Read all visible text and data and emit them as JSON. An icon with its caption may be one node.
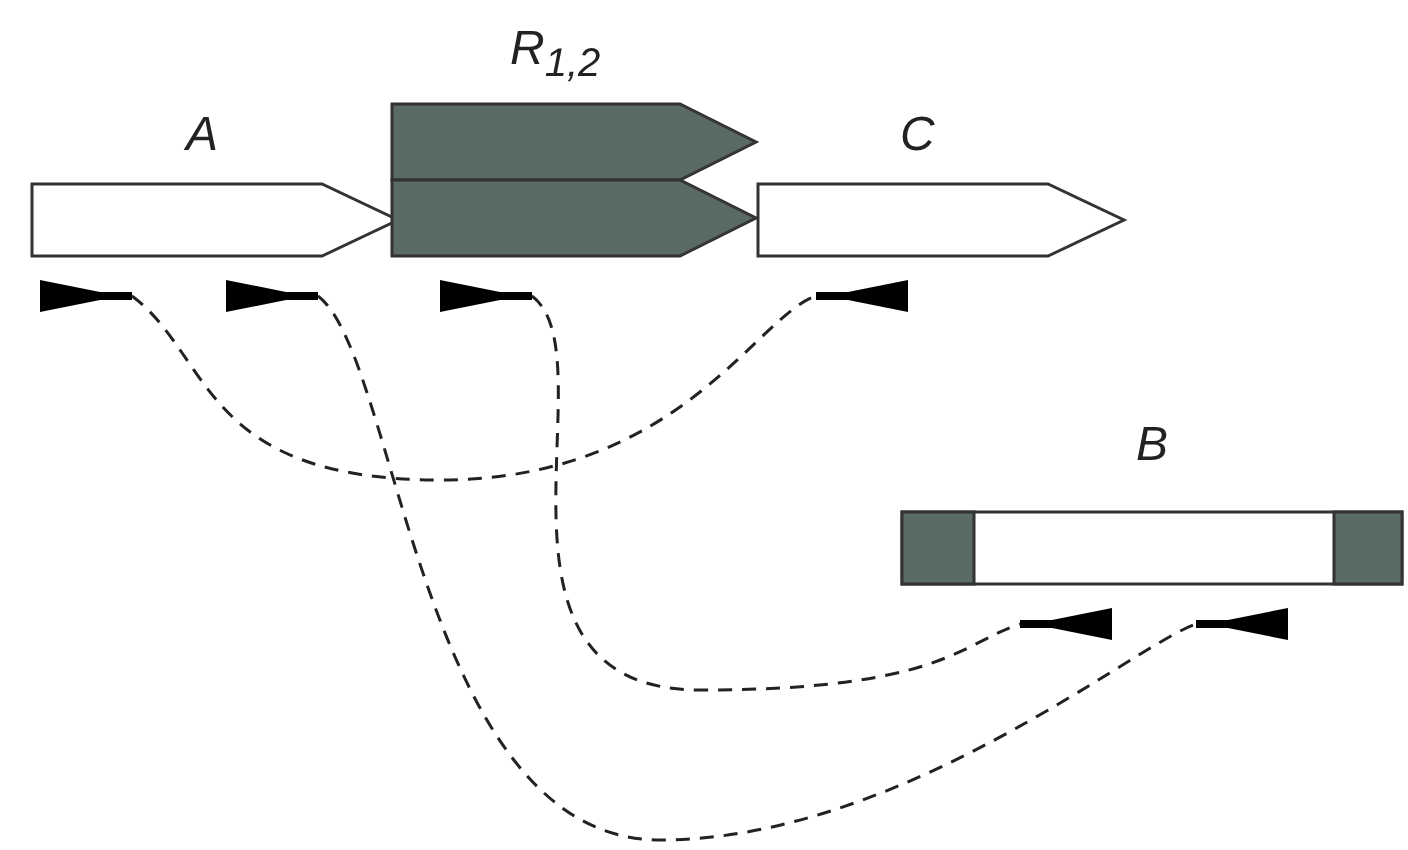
{
  "diagram": {
    "nodes": [
      {
        "text": [
          "A"
        ]
      },
      {
        "text": [
          "R$_{1,2}$"
        ]
      },
      {
        "text": [
          "C"
        ]
      },
      {
        "text": [
          "B"
        ]
      },
      {
        "text": [],
        "shape": "triangle"
      },
      {
        "text": [],
        "shape": "triangle"
      },
      {
        "text": [],
        "shape": "triangle"
      },
      {
        "text": [],
        "shape": "triangle"
      },
      {
        "text": [],
        "shape": "triangle"
      },
      {
        "text": [],
        "shape": "triangle"
      }
    ],
    "edges": [
      {
        "from": 4,
        "to": 7,
        "arrow": "none",
        "style": "dashed"
      },
      {
        "from": 6,
        "to": 8,
        "arrow": "none",
        "style": "dashed"
      },
      {
        "from": 5,
        "to": 9,
        "arrow": "none",
        "style": "dashed"
      }
    ]
  }
}
